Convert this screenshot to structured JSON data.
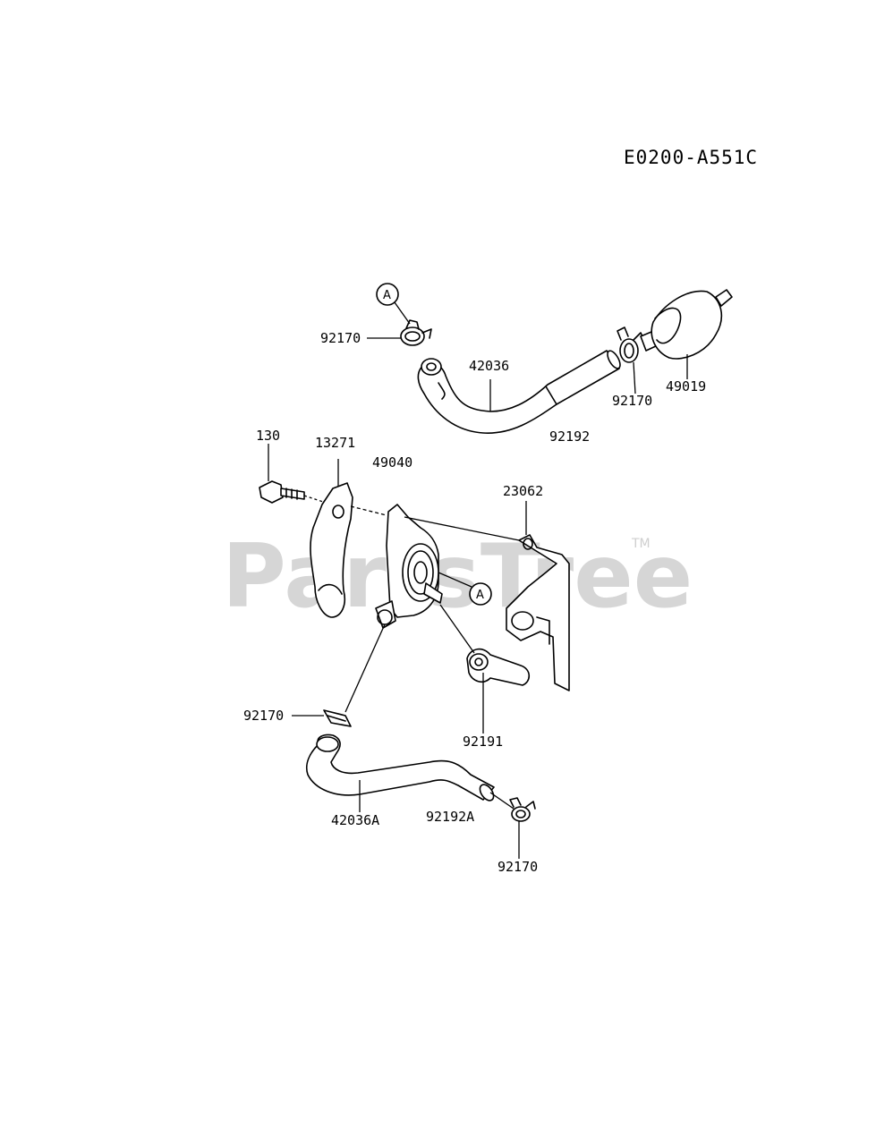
{
  "diagram_code": "E0200-A551C",
  "watermark": {
    "text": "PartsTree",
    "tm": "TM"
  },
  "callout_letter": "A",
  "labels": {
    "clamp_top_left": "92170",
    "hose_top": "42036",
    "clamp_top_right": "92170",
    "filter": "49019",
    "hose_top_part": "92192",
    "bolt": "130",
    "plate": "13271",
    "pump": "49040",
    "bracket": "23062",
    "clamp_left": "92170",
    "hose_small": "92191",
    "hose_bottom": "42036A",
    "hose_bottom_part": "92192A",
    "clamp_bottom": "92170"
  }
}
